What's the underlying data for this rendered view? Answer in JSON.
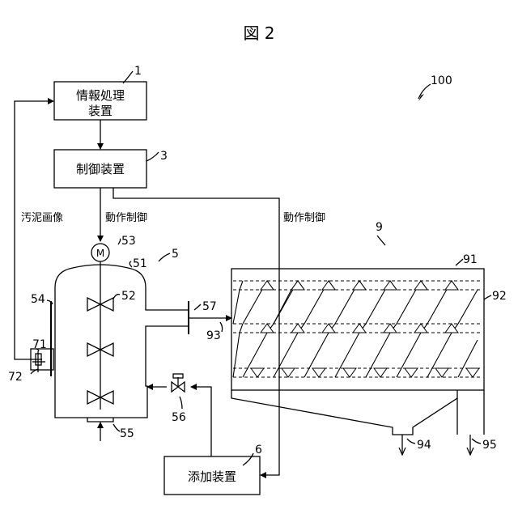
{
  "figure": {
    "title": "図 2"
  },
  "labels": {
    "system_ref": "100",
    "info_box_line1": "情報処理",
    "info_box_line2": "装置",
    "info_ref": "1",
    "control_box": "制御装置",
    "control_ref": "3",
    "additive_box": "添加装置",
    "additive_ref": "6",
    "sludge_image": "汚泥画像",
    "motion_control_left": "動作制御",
    "motion_control_right": "動作制御",
    "motor_symbol": "M",
    "ref_5": "5",
    "ref_9": "9",
    "ref_51": "51",
    "ref_52": "52",
    "ref_53": "53",
    "ref_54": "54",
    "ref_55": "55",
    "ref_56": "56",
    "ref_57": "57",
    "ref_71": "71",
    "ref_72": "72",
    "ref_91": "91",
    "ref_92": "92",
    "ref_93": "93",
    "ref_94": "94",
    "ref_95": "95"
  }
}
